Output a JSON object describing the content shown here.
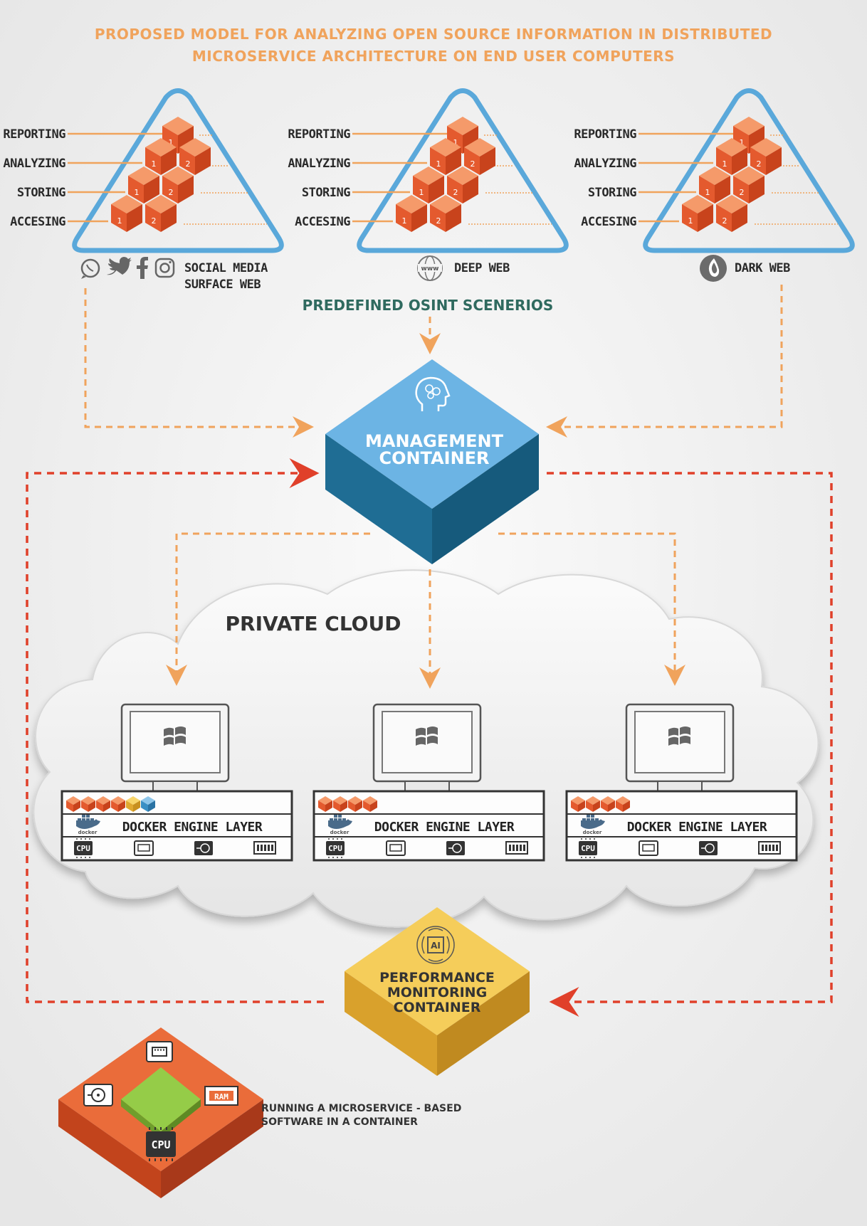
{
  "title": {
    "line1": "PROPOSED MODEL FOR ANALYZING OPEN SOURCE INFORMATION IN DISTRIBUTED",
    "line2": "MICROSERVICE ARCHITECTURE ON END USER COMPUTERS"
  },
  "pyramids": [
    {
      "layers": [
        "REPORTING",
        "ANALYZING",
        "STORING",
        "ACCESING"
      ],
      "source_line1": "SOCIAL MEDIA",
      "source_line2": "SURFACE WEB",
      "icons": [
        "whatsapp-icon",
        "twitter-icon",
        "facebook-icon",
        "instagram-icon"
      ]
    },
    {
      "layers": [
        "REPORTING",
        "ANALYZING",
        "STORING",
        "ACCESING"
      ],
      "source_line1": "DEEP WEB",
      "icons": [
        "www-globe-icon"
      ]
    },
    {
      "layers": [
        "REPORTING",
        "ANALYZING",
        "STORING",
        "ACCESING"
      ],
      "source_line1": "DARK WEB",
      "icons": [
        "tor-onion-icon"
      ]
    }
  ],
  "scenarios_label": "PREDEFINED OSINT SCENERIOS",
  "management": {
    "line1": "MANAGEMENT",
    "line2": "CONTAINER",
    "icon": "brain-head-icon"
  },
  "cloud_label": "PRIVATE CLOUD",
  "computers": [
    {
      "docker_label": "DOCKER ENGINE LAYER",
      "resources": [
        "CPU",
        "network-icon",
        "disk-icon",
        "ram-icon"
      ]
    },
    {
      "docker_label": "DOCKER ENGINE LAYER",
      "resources": [
        "CPU",
        "network-icon",
        "disk-icon",
        "ram-icon"
      ]
    },
    {
      "docker_label": "DOCKER ENGINE LAYER",
      "resources": [
        "CPU",
        "network-icon",
        "disk-icon",
        "ram-icon"
      ]
    }
  ],
  "docker_word": "docker",
  "performance": {
    "line1": "PERFORMANCE",
    "line2": "MONITORING",
    "line3": "CONTAINER",
    "chip": "AI"
  },
  "legend": {
    "line1": "RUNNING A MICROSERVICE - BASED",
    "line2": "SOFTWARE IN A CONTAINER",
    "cpu": "CPU",
    "ram": "RAM"
  },
  "colors": {
    "orange": "#e8643a",
    "orange_dark": "#b3401e",
    "blue_outline": "#5aa8da",
    "mgmt_blue": "#3a8fc4",
    "perf_yellow": "#f2c24a",
    "red_dash": "#e0402a",
    "orange_dash": "#f0a35c",
    "green": "#8cc63f"
  }
}
